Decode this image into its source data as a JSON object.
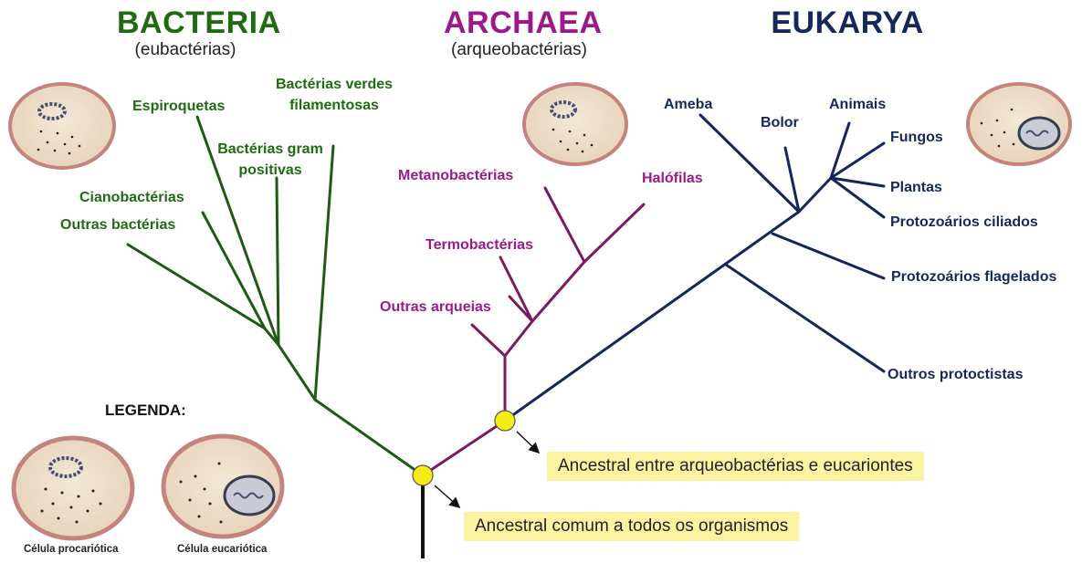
{
  "domains": {
    "bacteria": {
      "title": "BACTERIA",
      "subtitle": "(eubactérias)",
      "color": "#1f6b12"
    },
    "archaea": {
      "title": "ARCHAEA",
      "subtitle": "(arqueobactérias)",
      "color": "#9a1a8c"
    },
    "eukarya": {
      "title": "EUKARYA",
      "color": "#16285a"
    }
  },
  "bacteria_labels": {
    "verdes": "Bactérias verdes filamentosas",
    "espiroquetas": "Espiroquetas",
    "gram": "Bactérias gram positivas",
    "ciano": "Cianobactérias",
    "outras": "Outras bactérias"
  },
  "archaea_labels": {
    "metano": "Metanobactérias",
    "halo": "Halófilas",
    "termo": "Termobactérias",
    "outras": "Outras arqueias"
  },
  "eukarya_labels": {
    "ameba": "Ameba",
    "bolor": "Bolor",
    "animais": "Animais",
    "fungos": "Fungos",
    "plantas": "Plantas",
    "ciliados": "Protozoários ciliados",
    "flagelados": "Protozoários flagelados",
    "outros": "Outros protoctistas"
  },
  "annotations": {
    "archaea_eukarya": "Ancestral entre arqueobactérias e eucariontes",
    "common": "Ancestral comum a todos os organismos"
  },
  "legend": {
    "title": "LEGENDA:",
    "prokaryotic": "Célula procariótica",
    "eukaryotic": "Célula eucariótica"
  },
  "colors": {
    "ancestor_node": "#f5ec14",
    "annotation_bg": "#fbf3a0",
    "cell_fill": "#eedfca",
    "cell_rim": "#c4847e",
    "nucleus_fill": "#c9ccd6"
  }
}
